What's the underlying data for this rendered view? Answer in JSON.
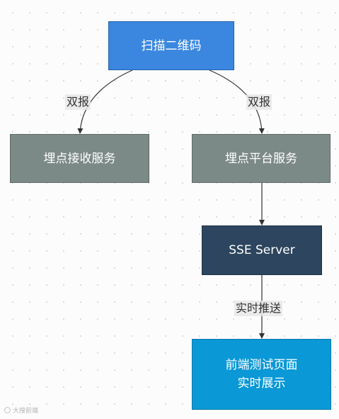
{
  "nodes": {
    "scan_qr": {
      "label": "扫描二维码",
      "fill": "#3b87e0",
      "border": "#1f5fae"
    },
    "tracking_receiver": {
      "label": "埋点接收服务",
      "fill": "#7c8a87",
      "border": "#5d6b68"
    },
    "tracking_platform": {
      "label": "埋点平台服务",
      "fill": "#7c8a87",
      "border": "#5d6b68"
    },
    "sse_server": {
      "label": "SSE Server",
      "fill": "#2d455e",
      "border": "#1f3347"
    },
    "frontend_page": {
      "line1": "前端测试页面",
      "line2": "实时展示",
      "fill": "#0a98d6",
      "border": "#0a78b0"
    }
  },
  "edges": {
    "to_receiver": {
      "label": "双报"
    },
    "to_platform": {
      "label": "双报"
    },
    "to_frontend": {
      "label": "实时推送"
    }
  },
  "watermark": {
    "text": "大搜前端"
  }
}
